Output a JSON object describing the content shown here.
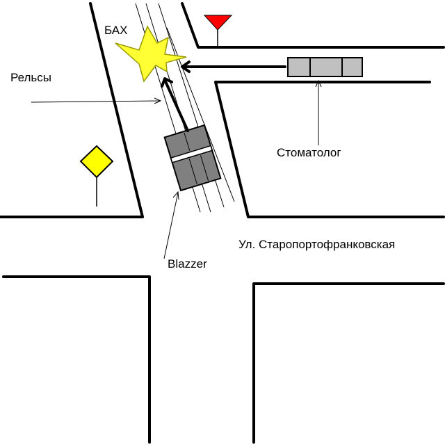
{
  "labels": {
    "crash": "БАХ",
    "rails": "Рельсы",
    "dentist": "Стоматолог",
    "street": "Ул. Старопортофранковская",
    "car": "Blazzer"
  },
  "colors": {
    "background": "#ffffff",
    "ink": "#000000",
    "explosion": "#ffff33",
    "explosion_outline": "#999900",
    "car_body": "#808080",
    "car_outline": "#000000",
    "truck_body": "#c0c0c0",
    "yield_sign": "#ff0000",
    "priority_sign": "#ffff00"
  },
  "icons": {
    "crash": "explosion-icon",
    "car": "car-icon",
    "truck": "truck-icon",
    "yield_sign": "yield-sign-icon",
    "priority_sign": "priority-road-sign-icon"
  }
}
